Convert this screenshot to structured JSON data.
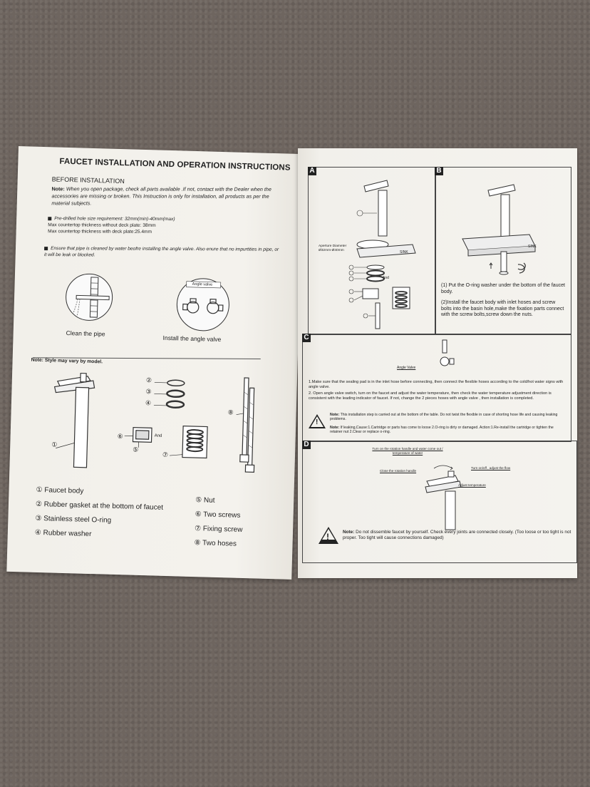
{
  "left_page": {
    "title": "FAUCET INSTALLATION AND OPERATION INSTRUCTIONS",
    "before_heading": "BEFORE INSTALLATION",
    "note_label": "Note:",
    "note_text": " When you open package, check all parts available .If not, contact with the Dealer when the accessories are missing or broken. This Instruction is only for installation, all products as per the material subjects.",
    "bullet1_line1": "Pre-drilled hole size requirement: 32mm(min)-40mm(max)",
    "bullet1_line2": "Max countertop thickness without deck plate: 38mm",
    "bullet1_line3": "Max countertop thickness with deck plate:25.4mm",
    "bullet2": "Ensure that pipe is cleaned by water beofre installing the angle valve. Also enure that no impurtities in pipe, or it will be leak or blocked.",
    "angle_valve_tag": "Angle valve",
    "caption_clean": "Clean the pipe",
    "caption_install": "Install the angle valve",
    "style_note": "Note: Style may vary by model.",
    "part_and": "And",
    "parts": [
      "① Faucet body",
      "② Rubber gasket at the bottom of faucet",
      "③ Stainless steel O-ring",
      "④ Rubber washer",
      "⑤ Nut",
      "⑥ Two screws",
      "⑦ Fixing screw",
      "⑧ Two hoses"
    ],
    "callouts": [
      "①",
      "②",
      "③",
      "④",
      "⑤",
      "⑥",
      "⑦",
      "⑧"
    ]
  },
  "right_page": {
    "panel_a": {
      "label": "A",
      "aperture": "Aperture Diameter",
      "aperture_size": "Ø32mm-Ø40mm",
      "sink": "SINK",
      "and": "And"
    },
    "panel_b": {
      "label": "B",
      "sink": "SINK",
      "step1": "(1) Put the O-ring washer under the bottom of the faucet body.",
      "step2": "(2)Install the faucet body with inlet hoses and screw bolts into the basin hole,make the fixation parts connect with the screw bolts,screw down the nuts."
    },
    "panel_c": {
      "label": "C",
      "angle_valve": "Angle Valve",
      "item1": "1.Make sure that the sealing pad is in the inlet hose before connecting, then connect the flexible hoses according to the cold/hot water signs with angle valve.",
      "item2": "2. Open angle valve switch,  turn on the faucet and adjust the water temperature, then check the water temperature adjustment direction is consistent with the leading indicator of faucet. If not, change the 2 pieces hoses with angle valve , then installation is completed.",
      "note1_label": "Note:",
      "note1": " This installation step is carried out at the bottom of the table. Do not twist the flexible in case of shorting hose life and causing leaking problems.",
      "note2_label": "Note:",
      "note2": " If leaking,Cause:1.Cartridge or parts has come to loose 2.O-ring is dirty or damaged. Action:1.Re-install the cartridge or tighten the retainer nut 2.Clear or replace o-ring."
    },
    "panel_d": {
      "label": "D",
      "call1": "Turn on the rotation handle and water come out / temperature of water",
      "call2": "Close the rotation handle",
      "call3": "Turn on/off , adjust the flow",
      "call4": "Adjust temperature",
      "note_label": "Note:",
      "note": " Do not dissemble faucet by yourself. Check every joints are connected closely. (Too loose or too tight is not proper. Too tight will cause connections damaged)"
    }
  }
}
